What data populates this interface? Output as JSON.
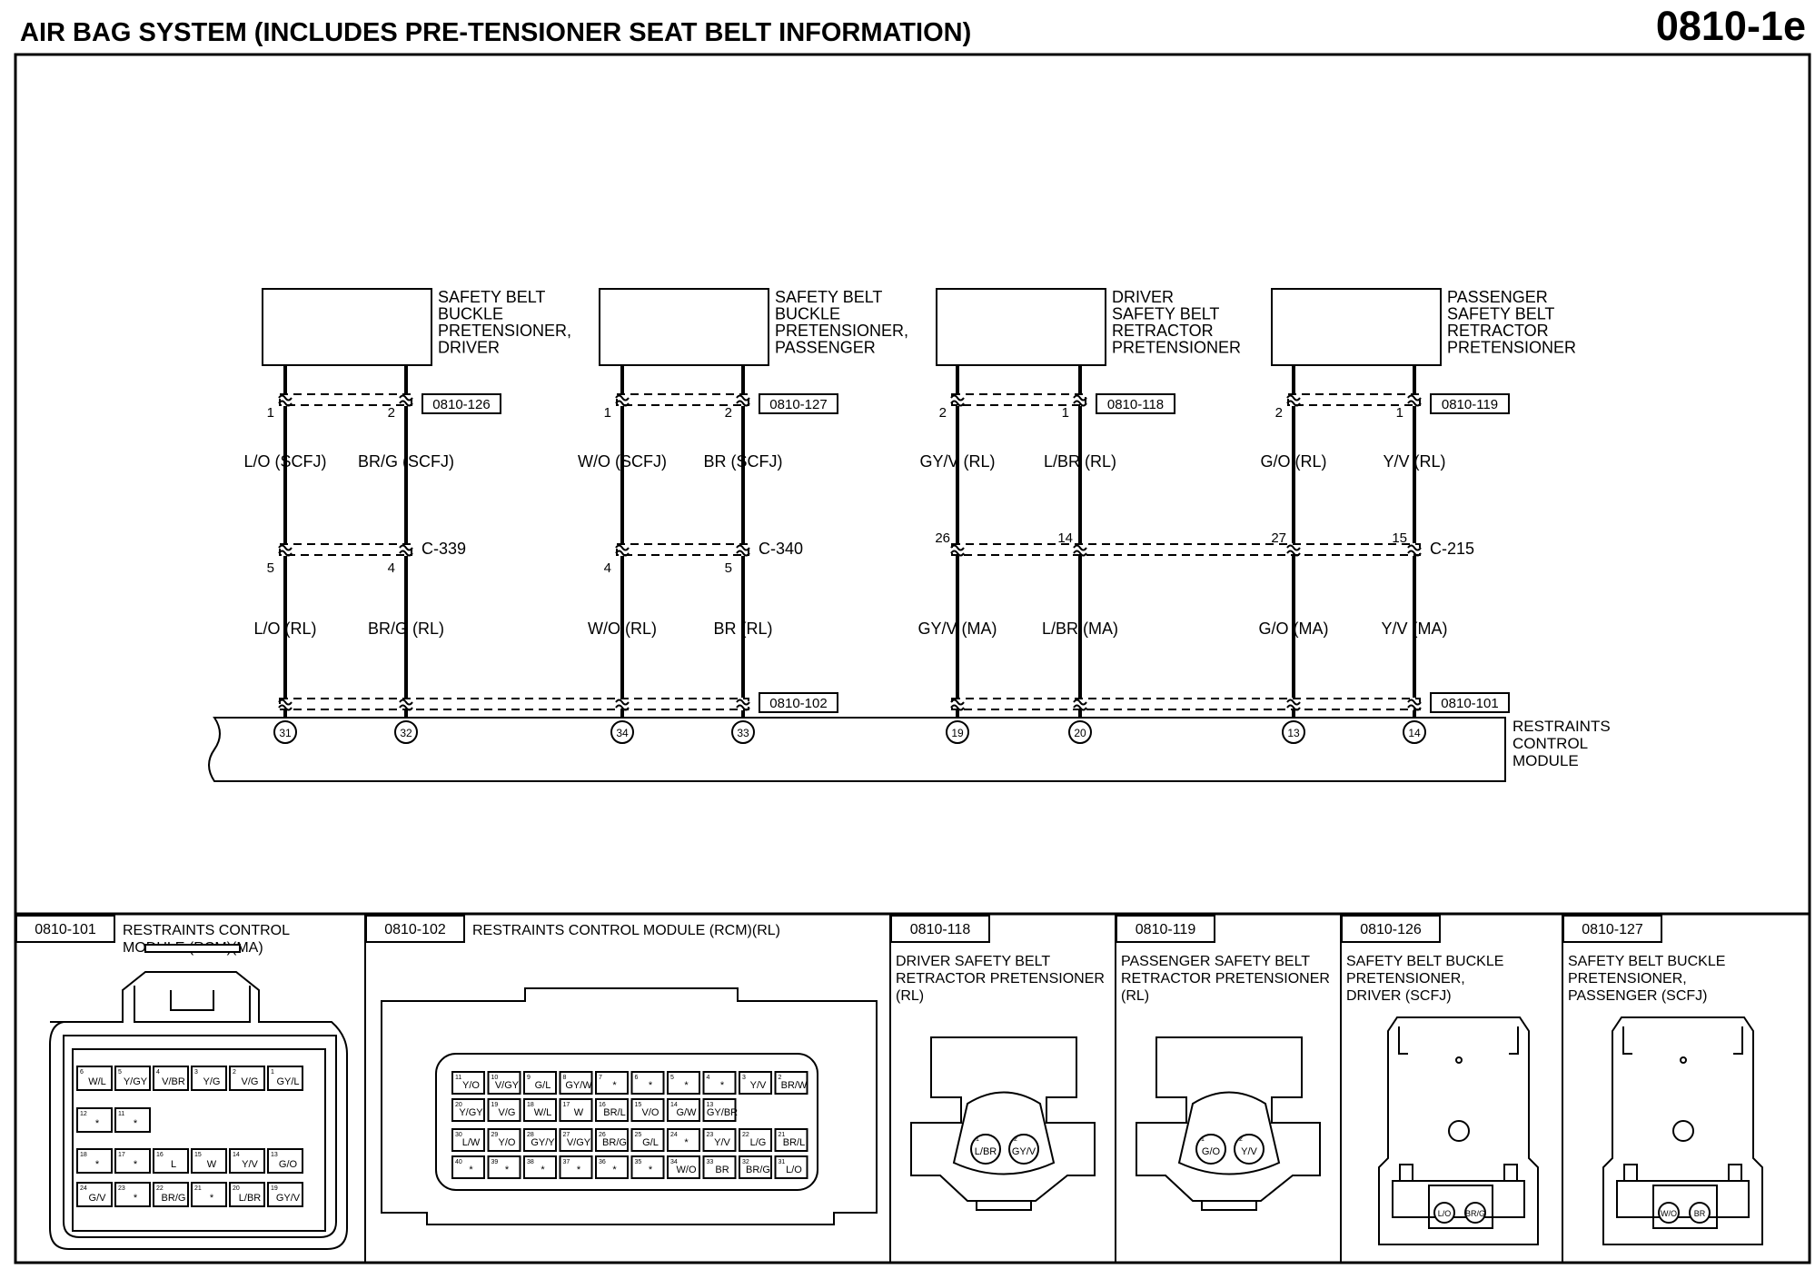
{
  "header": {
    "title": "AIR BAG SYSTEM (INCLUDES PRE-TENSIONER SEAT BELT INFORMATION)",
    "page_number": "0810-1e"
  },
  "components": [
    {
      "lines": [
        "SAFETY BELT",
        "BUCKLE",
        "PRETENSIONER,",
        "DRIVER"
      ],
      "connector_ref": "0810-126"
    },
    {
      "lines": [
        "SAFETY BELT",
        "BUCKLE",
        "PRETENSIONER,",
        "PASSENGER"
      ],
      "connector_ref": "0810-127"
    },
    {
      "lines": [
        "DRIVER",
        "SAFETY BELT",
        "RETRACTOR",
        "PRETENSIONER"
      ],
      "connector_ref": "0810-118"
    },
    {
      "lines": [
        "PASSENGER",
        "SAFETY BELT",
        "RETRACTOR",
        "PRETENSIONER"
      ],
      "connector_ref": "0810-119"
    }
  ],
  "wires": [
    {
      "top_pin": "1",
      "upper_color": "L/O (SCFJ)",
      "mid_pin": "5",
      "lower_color": "L/O (RL)",
      "rcm_pin": "31"
    },
    {
      "top_pin": "2",
      "upper_color": "BR/G (SCFJ)",
      "mid_pin": "4",
      "lower_color": "BR/G (RL)",
      "rcm_pin": "32"
    },
    {
      "top_pin": "1",
      "upper_color": "W/O (SCFJ)",
      "mid_pin": "4",
      "lower_color": "W/O (RL)",
      "rcm_pin": "34"
    },
    {
      "top_pin": "2",
      "upper_color": "BR (SCFJ)",
      "mid_pin": "5",
      "lower_color": "BR (RL)",
      "rcm_pin": "33"
    },
    {
      "top_pin": "2",
      "upper_color": "GY/V (RL)",
      "mid_pin": "26",
      "lower_color": "GY/V (MA)",
      "rcm_pin": "19"
    },
    {
      "top_pin": "1",
      "upper_color": "L/BR (RL)",
      "mid_pin": "14",
      "lower_color": "L/BR (MA)",
      "rcm_pin": "20"
    },
    {
      "top_pin": "2",
      "upper_color": "G/O (RL)",
      "mid_pin": "27",
      "lower_color": "G/O (MA)",
      "rcm_pin": "13"
    },
    {
      "top_pin": "1",
      "upper_color": "Y/V (RL)",
      "mid_pin": "15",
      "lower_color": "Y/V (MA)",
      "rcm_pin": "14"
    }
  ],
  "inline_connectors": [
    "C-339",
    "C-340",
    "C-215"
  ],
  "rcm_connector_refs": [
    "0810-102",
    "0810-101"
  ],
  "module": {
    "lines": [
      "RESTRAINTS",
      "CONTROL",
      "MODULE"
    ]
  },
  "views": [
    {
      "id": "0810-101",
      "title_lines": [
        "RESTRAINTS CONTROL",
        "MODULE (RCM)(MA)"
      ]
    },
    {
      "id": "0810-102",
      "title_lines": [
        "RESTRAINTS CONTROL MODULE (RCM)(RL)"
      ]
    },
    {
      "id": "0810-118",
      "title_lines": [
        "DRIVER SAFETY BELT",
        "RETRACTOR PRETENSIONER",
        "(RL)"
      ]
    },
    {
      "id": "0810-119",
      "title_lines": [
        "PASSENGER SAFETY BELT",
        "RETRACTOR PRETENSIONER",
        "(RL)"
      ]
    },
    {
      "id": "0810-126",
      "title_lines": [
        "SAFETY BELT BUCKLE",
        "PRETENSIONER,",
        "DRIVER (SCFJ)"
      ]
    },
    {
      "id": "0810-127",
      "title_lines": [
        "SAFETY BELT BUCKLE",
        "PRETENSIONER,",
        "PASSENGER (SCFJ)"
      ]
    }
  ],
  "connector_101_cells": [
    [
      [
        "6",
        "W/L"
      ],
      [
        "5",
        "Y/GY"
      ],
      [
        "4",
        "V/BR"
      ],
      [
        "3",
        "Y/G"
      ],
      [
        "2",
        "V/G"
      ],
      [
        "1",
        "GY/L"
      ]
    ],
    [
      [
        "12",
        "*"
      ],
      [
        "11",
        "*"
      ]
    ],
    [
      [
        "18",
        "*"
      ],
      [
        "17",
        "*"
      ],
      [
        "16",
        "L"
      ],
      [
        "15",
        "W"
      ],
      [
        "14",
        "Y/V"
      ],
      [
        "13",
        "G/O"
      ]
    ],
    [
      [
        "24",
        "G/V"
      ],
      [
        "23",
        "*"
      ],
      [
        "22",
        "BR/G"
      ],
      [
        "21",
        "*"
      ],
      [
        "20",
        "L/BR"
      ],
      [
        "19",
        "GY/V"
      ]
    ]
  ],
  "connector_102_cells": [
    [
      [
        "11",
        "Y/O"
      ],
      [
        "10",
        "V/GY"
      ],
      [
        "9",
        "G/L"
      ],
      [
        "8",
        "GY/W"
      ],
      [
        "7",
        "*"
      ],
      [
        "6",
        "*"
      ],
      [
        "5",
        "*"
      ],
      [
        "4",
        "*"
      ],
      [
        "3",
        "Y/V"
      ],
      [
        "2",
        "BR/W"
      ]
    ],
    [
      [
        "20",
        "Y/GY"
      ],
      [
        "19",
        "V/G"
      ],
      [
        "18",
        "W/L"
      ],
      [
        "17",
        "W"
      ],
      [
        "16",
        "BR/L"
      ],
      [
        "15",
        "V/O"
      ],
      [
        "14",
        "G/W"
      ],
      [
        "13",
        "GY/BR"
      ]
    ],
    [
      [
        "30",
        "L/W"
      ],
      [
        "29",
        "Y/O"
      ],
      [
        "28",
        "GY/Y"
      ],
      [
        "27",
        "V/GY"
      ],
      [
        "26",
        "BR/G"
      ],
      [
        "25",
        "G/L"
      ],
      [
        "24",
        "*"
      ],
      [
        "23",
        "Y/V"
      ],
      [
        "22",
        "L/G"
      ],
      [
        "21",
        "BR/L"
      ]
    ],
    [
      [
        "40",
        "*"
      ],
      [
        "39",
        "*"
      ],
      [
        "38",
        "*"
      ],
      [
        "37",
        "*"
      ],
      [
        "36",
        "*"
      ],
      [
        "35",
        "*"
      ],
      [
        "34",
        "W/O"
      ],
      [
        "33",
        "BR"
      ],
      [
        "32",
        "BR/G"
      ],
      [
        "31",
        "L/O"
      ]
    ]
  ],
  "connector_118_pins": [
    [
      "1",
      "L/BR"
    ],
    [
      "2",
      "GY/V"
    ]
  ],
  "connector_119_pins": [
    [
      "1",
      "G/O"
    ],
    [
      "2",
      "Y/V"
    ]
  ],
  "connector_126_pins": [
    "L/O",
    "BR/G"
  ],
  "connector_127_pins": [
    "W/O",
    "BR"
  ]
}
